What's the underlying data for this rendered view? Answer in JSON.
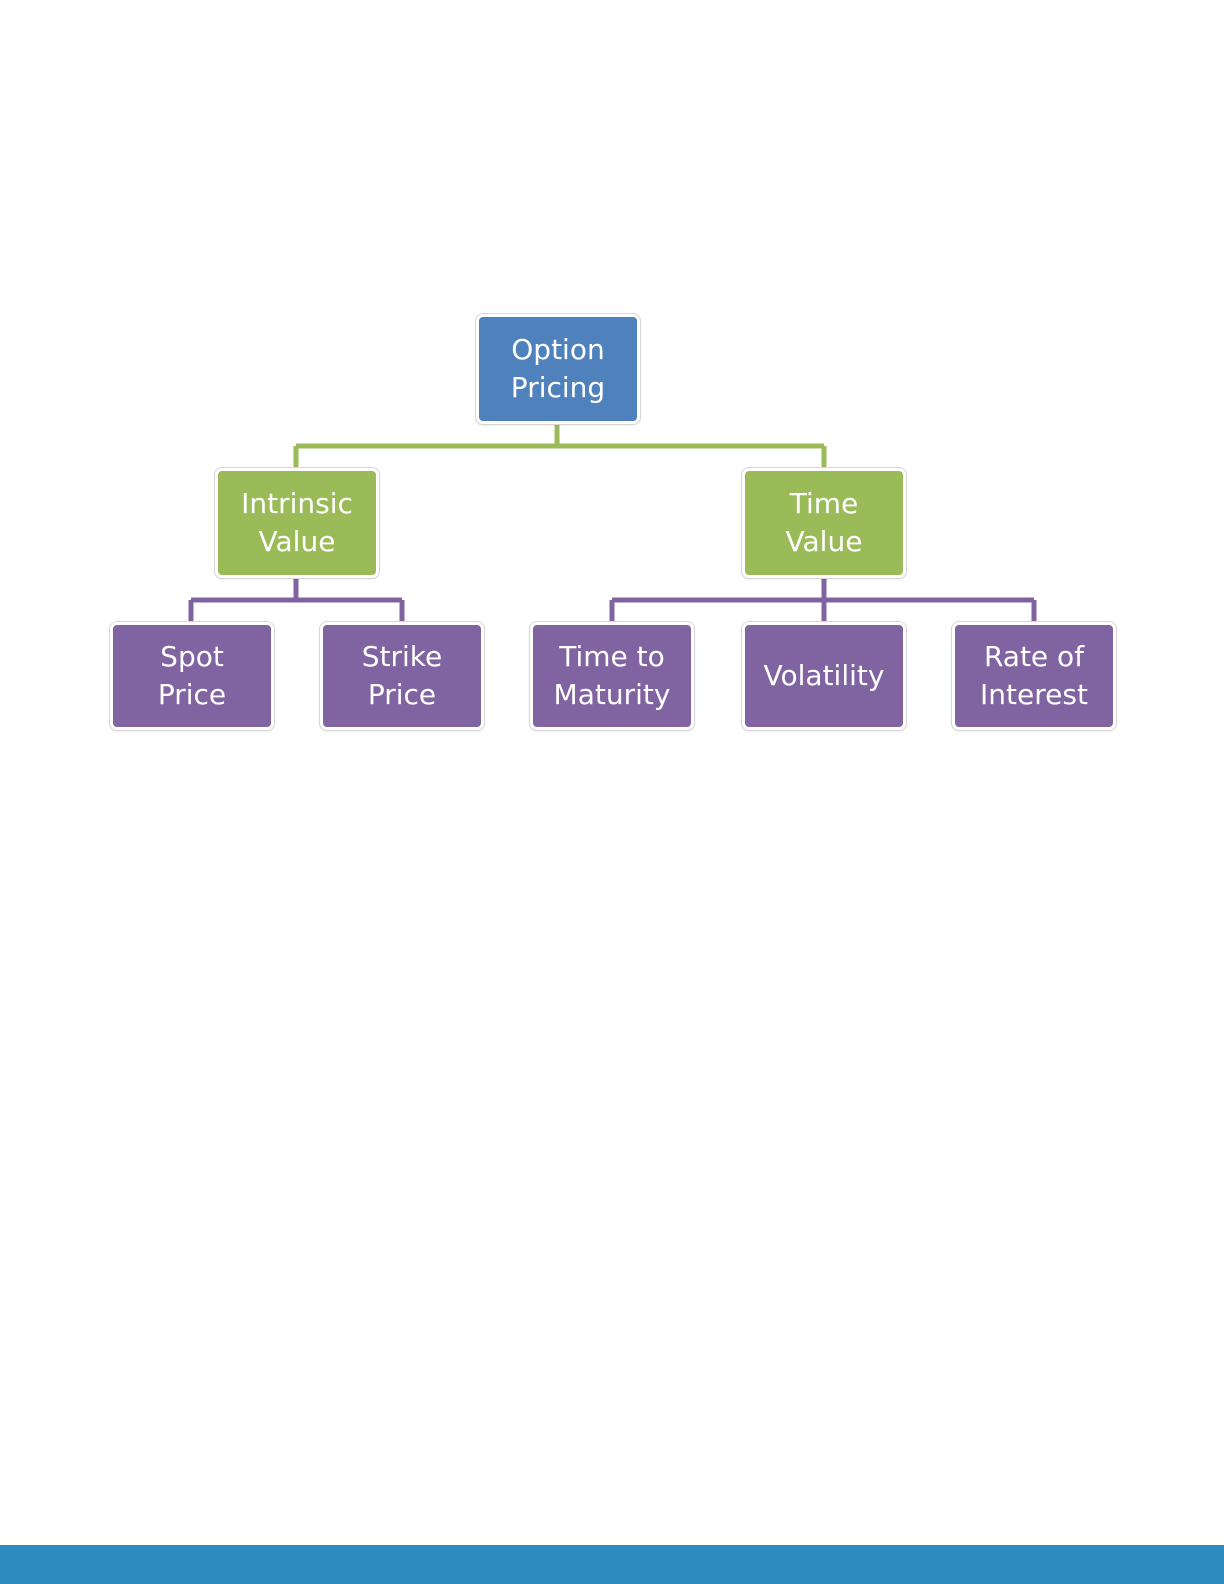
{
  "colors": {
    "root": "#4f81bd",
    "level1": "#9bbb59",
    "level2": "#8064a2",
    "footer": "#2e8bc0"
  },
  "diagram": {
    "root": {
      "line1": "Option",
      "line2": "Pricing"
    },
    "intrinsic": {
      "line1": "Intrinsic",
      "line2": "Value"
    },
    "time_value": {
      "line1": "Time",
      "line2": "Value"
    },
    "spot": {
      "line1": "Spot",
      "line2": "Price"
    },
    "strike": {
      "line1": "Strike",
      "line2": "Price"
    },
    "maturity": {
      "line1": "Time to",
      "line2": "Maturity"
    },
    "volatility": {
      "line1": "Volatility"
    },
    "interest": {
      "line1": "Rate of",
      "line2": "Interest"
    }
  }
}
